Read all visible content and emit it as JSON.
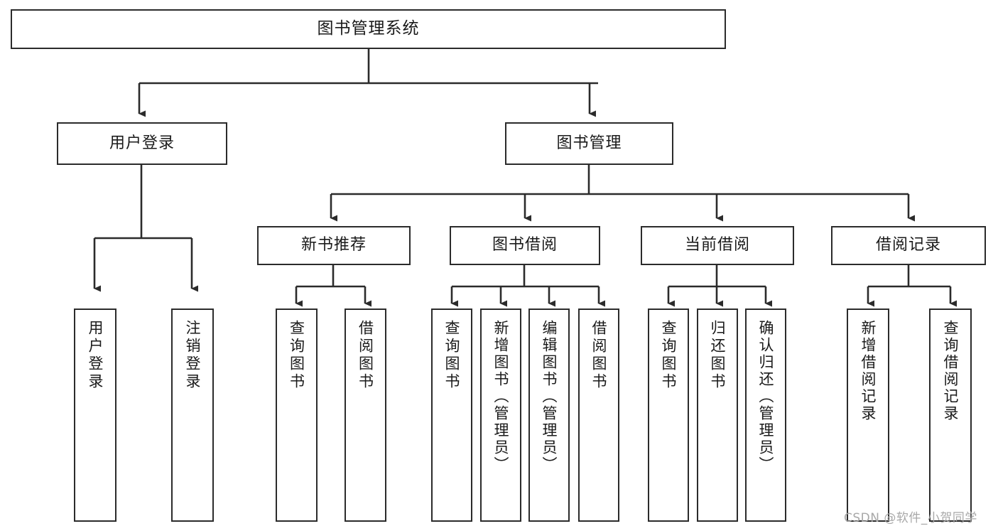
{
  "diagram": {
    "title": "图书管理系统",
    "type": "tree-hierarchy",
    "root": {
      "id": "root",
      "label": "图书管理系统"
    },
    "level2": [
      {
        "id": "user-login",
        "label": "用户登录"
      },
      {
        "id": "book-management",
        "label": "图书管理"
      }
    ],
    "level3": [
      {
        "id": "new-book-recommend",
        "label": "新书推荐",
        "parent": "book-management"
      },
      {
        "id": "book-borrow",
        "label": "图书借阅",
        "parent": "book-management"
      },
      {
        "id": "current-borrow",
        "label": "当前借阅",
        "parent": "book-management"
      },
      {
        "id": "borrow-record",
        "label": "借阅记录",
        "parent": "book-management"
      }
    ],
    "leaves": {
      "user-login": [
        {
          "id": "leaf-user-login",
          "label": "用户登录"
        },
        {
          "id": "leaf-user-logout",
          "label": "注销登录"
        }
      ],
      "new-book-recommend": [
        {
          "id": "leaf-query-book-1",
          "label": "查询图书"
        },
        {
          "id": "leaf-borrow-book-1",
          "label": "借阅图书"
        }
      ],
      "book-borrow": [
        {
          "id": "leaf-query-book-2",
          "label": "查询图书"
        },
        {
          "id": "leaf-add-book",
          "label": "新增图书（管理员）"
        },
        {
          "id": "leaf-edit-book",
          "label": "编辑图书（管理员）"
        },
        {
          "id": "leaf-borrow-book-2",
          "label": "借阅图书"
        }
      ],
      "current-borrow": [
        {
          "id": "leaf-query-book-3",
          "label": "查询图书"
        },
        {
          "id": "leaf-return-book",
          "label": "归还图书"
        },
        {
          "id": "leaf-confirm-return",
          "label": "确认归还（管理员）"
        }
      ],
      "borrow-record": [
        {
          "id": "leaf-add-record",
          "label": "新增借阅记录"
        },
        {
          "id": "leaf-query-record",
          "label": "查询借阅记录"
        }
      ]
    }
  },
  "watermark": {
    "text": "CSDN @软件_小贺同学"
  },
  "colors": {
    "stroke": "#2b2b2b",
    "fill": "#ffffff",
    "text": "#1a1a1a",
    "watermark": "#a8a8a8"
  }
}
